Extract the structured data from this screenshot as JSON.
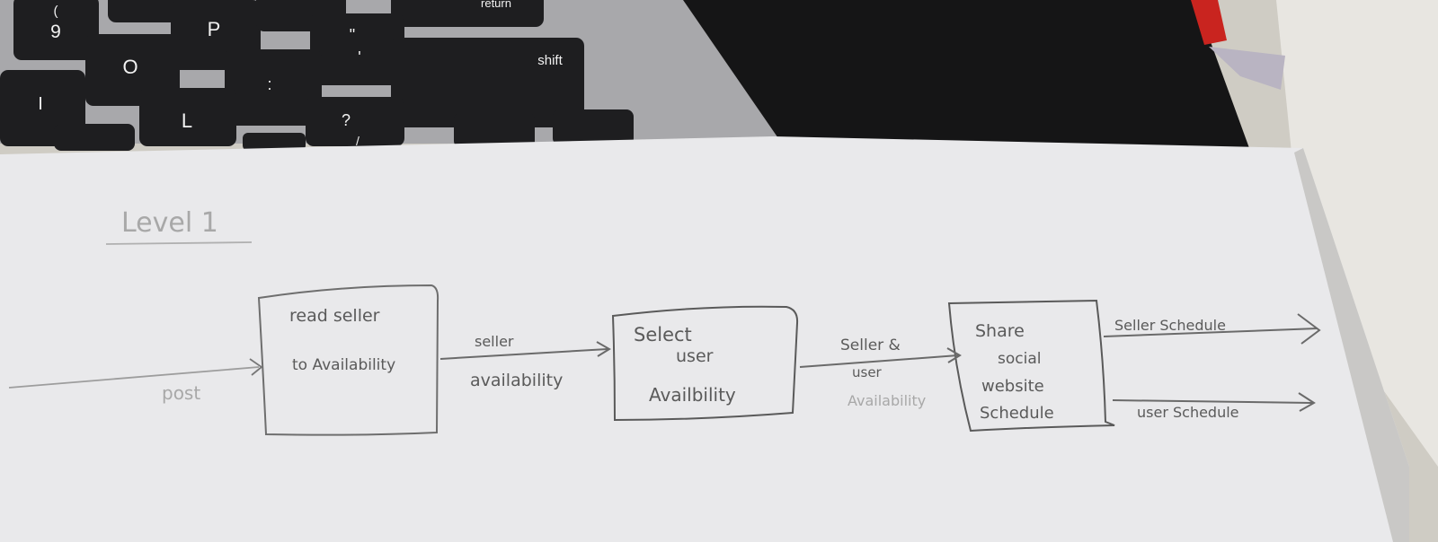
{
  "keyboard": {
    "keys": [
      "9",
      "(",
      "P",
      "O",
      "I",
      "L",
      "\"",
      "'",
      "?",
      "/",
      "shift",
      "return"
    ]
  },
  "diagram": {
    "title": "Level 1",
    "inputs": [
      {
        "id": "in1",
        "label": "post"
      }
    ],
    "processes": [
      {
        "id": "p1",
        "lines": [
          "read seller",
          "to Availability"
        ]
      },
      {
        "id": "p2",
        "lines": [
          "Select",
          "user",
          "Availbility"
        ]
      },
      {
        "id": "p3",
        "lines": [
          "Share",
          "social",
          "website",
          "Schedule"
        ]
      }
    ],
    "flows": [
      {
        "id": "f1",
        "lines": [
          "seller",
          "availability"
        ]
      },
      {
        "id": "f2",
        "lines": [
          "Seller &",
          "user",
          "Availability"
        ]
      },
      {
        "id": "f3",
        "lines": [
          "Seller Schedule"
        ]
      },
      {
        "id": "f4",
        "lines": [
          "user Schedule"
        ]
      }
    ]
  }
}
